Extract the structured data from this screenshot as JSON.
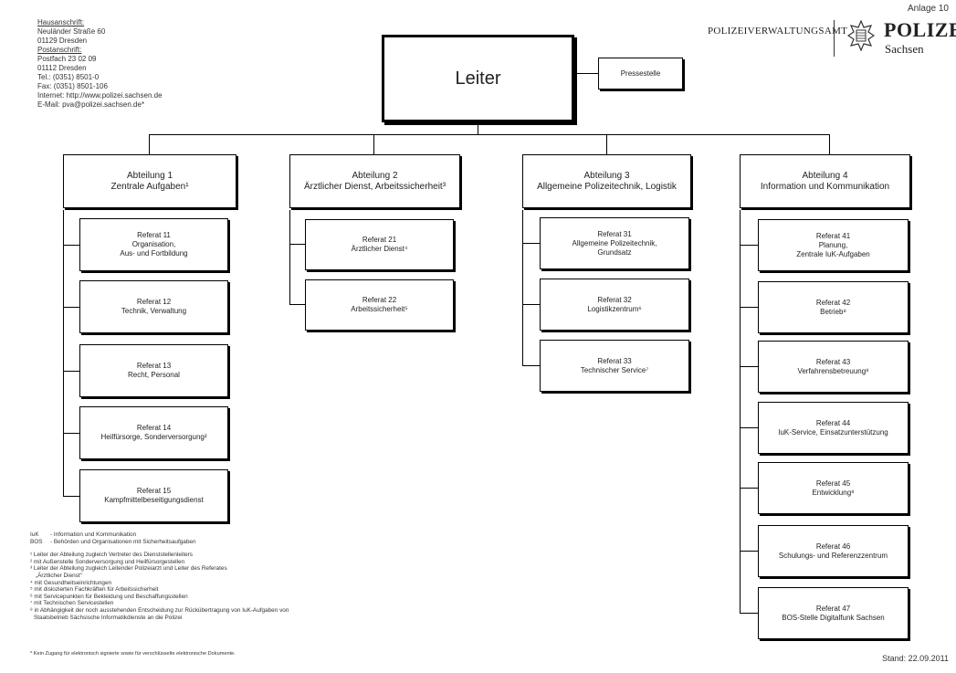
{
  "header": {
    "anlage": "Anlage 10",
    "agency_name": "POLIZEIVERWALTUNGSAMT",
    "logo_title": "POLIZEI",
    "logo_subtitle": "Sachsen"
  },
  "address": {
    "hausanschrift_label": "Hausanschrift:",
    "haus_street": "Neuländer Straße 60",
    "haus_city": "01129 Dresden",
    "postanschrift_label": "Postanschrift:",
    "post_box": "Postfach 23 02 09",
    "post_city": "01112 Dresden",
    "tel": "Tel.: (0351) 8501-0",
    "fax": "Fax: (0351) 8501-106",
    "internet": "Internet: http://www.polizei.sachsen.de",
    "email": "E-Mail: pva@polizei.sachsen.de*"
  },
  "leiter": {
    "label": "Leiter"
  },
  "pressestelle": {
    "label": "Pressestelle"
  },
  "departments": [
    {
      "title": "Abteilung 1",
      "subtitle": "Zentrale Aufgaben¹",
      "referate": [
        {
          "title": "Referat 11",
          "lines": [
            "Organisation,",
            "Aus- und Fortbildung"
          ]
        },
        {
          "title": "Referat 12",
          "lines": [
            "Technik, Verwaltung"
          ]
        },
        {
          "title": "Referat 13",
          "lines": [
            "Recht, Personal"
          ]
        },
        {
          "title": "Referat 14",
          "lines": [
            "Heilfürsorge, Sonderversorgung²"
          ]
        },
        {
          "title": "Referat 15",
          "lines": [
            "Kampfmittelbeseitigungsdienst"
          ]
        }
      ]
    },
    {
      "title": "Abteilung 2",
      "subtitle": "Ärztlicher Dienst, Arbeitssicherheit³",
      "referate": [
        {
          "title": "Referat 21",
          "lines": [
            "Ärztlicher Dienst⁴"
          ]
        },
        {
          "title": "Referat 22",
          "lines": [
            "Arbeitssicherheit⁵"
          ]
        }
      ]
    },
    {
      "title": "Abteilung 3",
      "subtitle": "Allgemeine Polizeitechnik, Logistik",
      "referate": [
        {
          "title": "Referat 31",
          "lines": [
            "Allgemeine Polizeitechnik,",
            "Grundsatz"
          ]
        },
        {
          "title": "Referat 32",
          "lines": [
            "Logistikzentrum⁶"
          ]
        },
        {
          "title": "Referat 33",
          "lines": [
            "Technischer Service⁷"
          ]
        }
      ]
    },
    {
      "title": "Abteilung 4",
      "subtitle": "Information und Kommunikation",
      "referate": [
        {
          "title": "Referat 41",
          "lines": [
            "Planung,",
            "Zentrale IuK-Aufgaben"
          ]
        },
        {
          "title": "Referat 42",
          "lines": [
            "Betrieb⁸"
          ]
        },
        {
          "title": "Referat 43",
          "lines": [
            "Verfahrensbetreuung⁸"
          ]
        },
        {
          "title": "Referat 44",
          "lines": [
            "IuK-Service, Einsatzunterstützung"
          ]
        },
        {
          "title": "Referat 45",
          "lines": [
            "Entwicklung⁸"
          ]
        },
        {
          "title": "Referat 46",
          "lines": [
            "Schulungs- und Referenzzentrum"
          ]
        },
        {
          "title": "Referat 47",
          "lines": [
            "BOS-Stelle Digitalfunk Sachsen"
          ]
        }
      ]
    }
  ],
  "abbreviations": [
    {
      "abbr": "IuK",
      "text": "- Information und Kommunikation"
    },
    {
      "abbr": "BOS",
      "text": "- Behörden und Organisationen mit Sicherheitsaufgaben"
    }
  ],
  "footnotes": [
    "¹ Leiter der Abteilung zugleich Vertreter des Dienststellenleiters",
    "² mit Außenstelle Sonderversorgung und Heilfürsorgestellen",
    "³ Leiter der Abteilung zugleich Leitender Polizeiarzt und Leiter des Referates",
    "  „Ärztlicher Dienst“",
    "⁴ mit Gesundheitseinrichtungen",
    "⁵ mit dislozierten Fachkräften für Arbeitssicherheit",
    "⁶ mit Servicepunkten für Bekleidung und Beschaffungsstellen",
    "⁷ mit Technischen Servicestellen",
    "⁸ in Abhängigkeit der noch ausstehenden Entscheidung zur Rückübertragung von IuK-Aufgaben von",
    "  Staatsbetrieb Sächsische Informatikdienste an die Polizei"
  ],
  "star_note": "* Kein Zugang für elektronisch signierte sowie für verschlüsselte elektronische Dokumente.",
  "stand": "Stand: 22.09.2011"
}
